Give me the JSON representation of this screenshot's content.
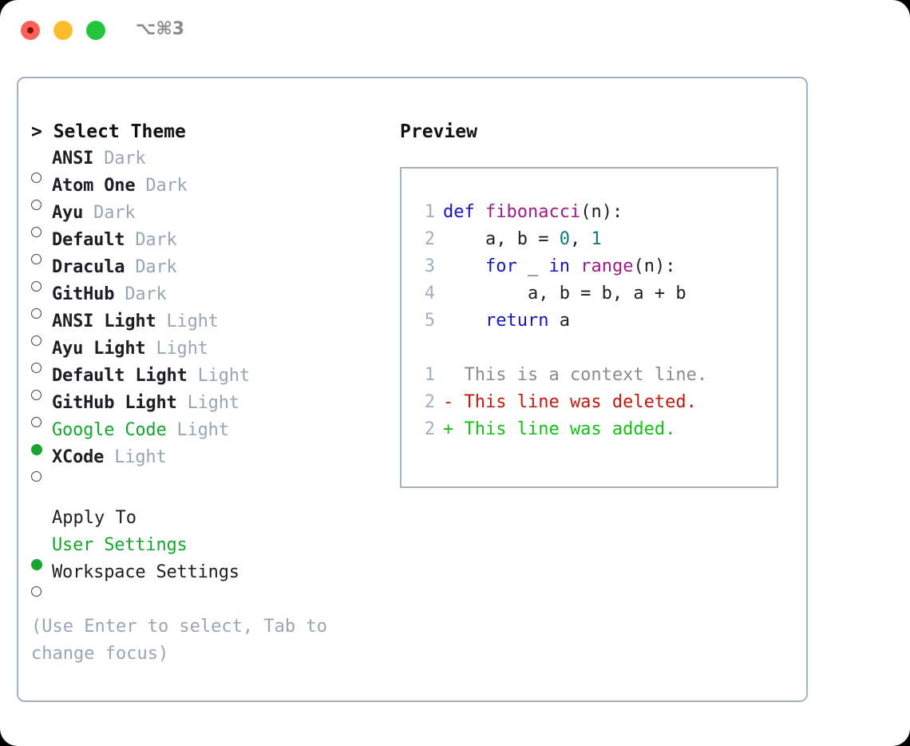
{
  "titlebar": {
    "shortcut": "⌥⌘3",
    "lights": [
      "close-button",
      "minimize-button",
      "maximize-button"
    ]
  },
  "theme_picker": {
    "heading": "> Select Theme",
    "items": [
      {
        "marker": "o",
        "selected": false,
        "name": "ANSI",
        "suffix": "Dark"
      },
      {
        "marker": "o",
        "selected": false,
        "name": "Atom One",
        "suffix": "Dark"
      },
      {
        "marker": "o",
        "selected": false,
        "name": "Ayu",
        "suffix": "Dark"
      },
      {
        "marker": "o",
        "selected": false,
        "name": "Default",
        "suffix": "Dark"
      },
      {
        "marker": "o",
        "selected": false,
        "name": "Dracula",
        "suffix": "Dark"
      },
      {
        "marker": "o",
        "selected": false,
        "name": "GitHub",
        "suffix": "Dark"
      },
      {
        "marker": "o",
        "selected": false,
        "name": "ANSI Light",
        "suffix": "Light"
      },
      {
        "marker": "o",
        "selected": false,
        "name": "Ayu Light",
        "suffix": "Light"
      },
      {
        "marker": "o",
        "selected": false,
        "name": "Default Light",
        "suffix": "Light"
      },
      {
        "marker": "o",
        "selected": false,
        "name": "GitHub Light",
        "suffix": "Light"
      },
      {
        "marker": "●",
        "selected": true,
        "name": "Google Code",
        "suffix": "Light"
      },
      {
        "marker": "o",
        "selected": false,
        "name": "XCode",
        "suffix": "Light"
      }
    ]
  },
  "apply_to": {
    "heading": "Apply To",
    "options": [
      {
        "selected": true,
        "label": "User Settings"
      },
      {
        "selected": false,
        "label": "Workspace Settings"
      }
    ]
  },
  "hint": "(Use Enter to select, Tab to change focus)",
  "preview": {
    "heading": "Preview",
    "code_lines": [
      {
        "no": "1",
        "tokens": [
          {
            "t": "def",
            "c": "kw"
          },
          {
            "t": " ",
            "c": "def"
          },
          {
            "t": "fibonacci",
            "c": "fn"
          },
          {
            "t": "(n):",
            "c": "def"
          }
        ]
      },
      {
        "no": "2",
        "tokens": [
          {
            "t": "    a, b = ",
            "c": "def"
          },
          {
            "t": "0",
            "c": "num"
          },
          {
            "t": ", ",
            "c": "def"
          },
          {
            "t": "1",
            "c": "num"
          }
        ]
      },
      {
        "no": "3",
        "tokens": [
          {
            "t": "    ",
            "c": "def"
          },
          {
            "t": "for",
            "c": "kw"
          },
          {
            "t": " _ ",
            "c": "def"
          },
          {
            "t": "in",
            "c": "kw"
          },
          {
            "t": " ",
            "c": "def"
          },
          {
            "t": "range",
            "c": "fn"
          },
          {
            "t": "(n):",
            "c": "def"
          }
        ]
      },
      {
        "no": "4",
        "tokens": [
          {
            "t": "        a, b = b, a + b",
            "c": "def"
          }
        ]
      },
      {
        "no": "5",
        "tokens": [
          {
            "t": "    ",
            "c": "def"
          },
          {
            "t": "return",
            "c": "kw"
          },
          {
            "t": " a",
            "c": "def"
          }
        ]
      }
    ],
    "diff_lines": [
      {
        "no": "1",
        "kind": "ctx",
        "text": "  This is a context line."
      },
      {
        "no": "2",
        "kind": "del",
        "text": "- This line was deleted."
      },
      {
        "no": "2",
        "kind": "add",
        "text": "+ This line was added."
      }
    ]
  },
  "colors": {
    "accent_green": "#16a62e",
    "border": "#a7b2c0",
    "muted": "#9aa5b4",
    "keyword": "#1414c4",
    "function": "#9c1d87",
    "number": "#0e7a78",
    "diff_add": "#12c112",
    "diff_del": "#c0190f",
    "diff_ctx": "#8b8b8b",
    "light_red": "#ff6159",
    "light_yellow": "#ffbd2e",
    "light_green": "#23c63b"
  }
}
